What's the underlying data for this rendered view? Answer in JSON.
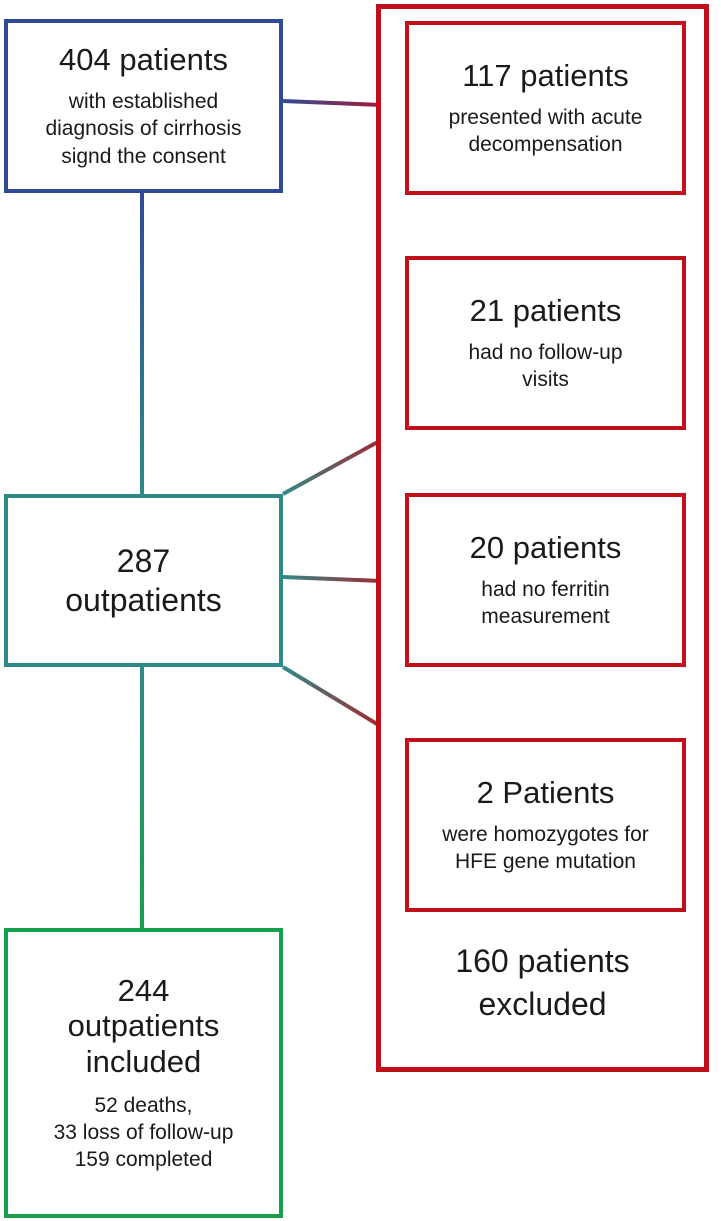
{
  "colors": {
    "blue": "#2f4b97",
    "teal": "#2f8a85",
    "green": "#17a04c",
    "red": "#c0101c"
  },
  "boxes": {
    "consent": {
      "count": "404 patients",
      "detail": "with established\ndiagnosis of cirrhosis\nsignd the consent"
    },
    "outpatients": {
      "count": "287\noutpatients"
    },
    "included": {
      "count": "244\noutpatients\nincluded",
      "detail": "52 deaths,\n33 loss of follow-up\n159 completed"
    },
    "acute": {
      "count": "117 patients",
      "detail": "presented with acute\ndecompensation"
    },
    "no_followup": {
      "count": "21 patients",
      "detail": "had no follow-up\nvisits"
    },
    "no_ferritin": {
      "count": "20 patients",
      "detail": "had no ferritin\nmeasurement"
    },
    "hfe": {
      "count": "2 Patients",
      "detail": "were homozygotes for\nHFE gene mutation"
    },
    "excluded": {
      "label": "160 patients\nexcluded"
    }
  }
}
